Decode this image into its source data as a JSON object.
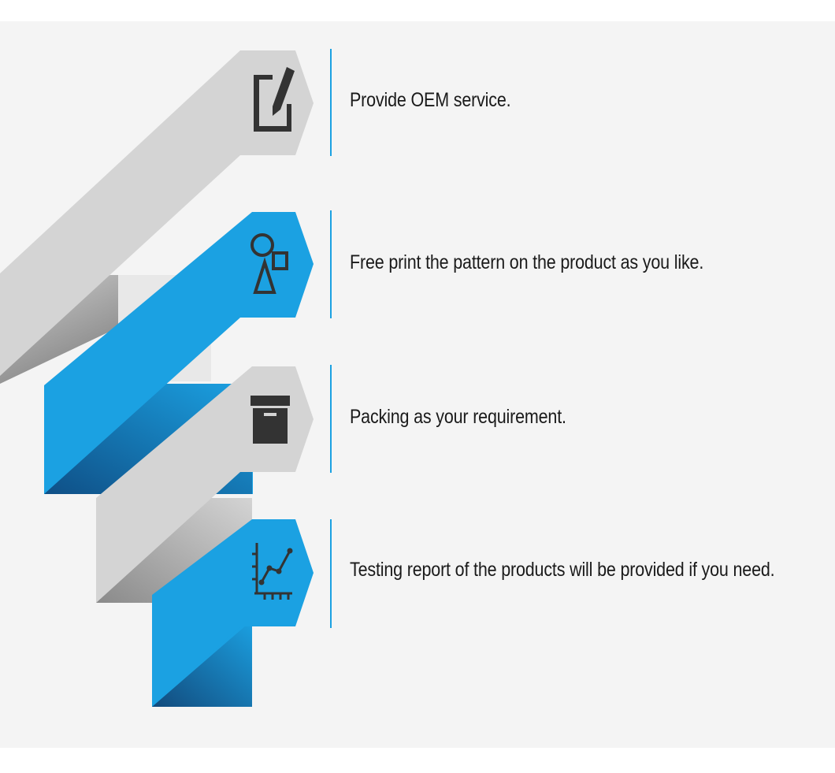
{
  "colors": {
    "background": "#f4f4f4",
    "gray_ribbon": "#d4d4d4",
    "blue_ribbon": "#1ba1e2",
    "icon": "#333333",
    "divider": "#1ba1e2"
  },
  "steps": [
    {
      "icon": "edit-note-icon",
      "text": "Provide OEM service."
    },
    {
      "icon": "shapes-icon",
      "text": "Free print the pattern on the product as you like."
    },
    {
      "icon": "archive-box-icon",
      "text": "Packing as your requirement."
    },
    {
      "icon": "line-chart-icon",
      "text": "Testing report of the products will be provided if you need."
    }
  ]
}
